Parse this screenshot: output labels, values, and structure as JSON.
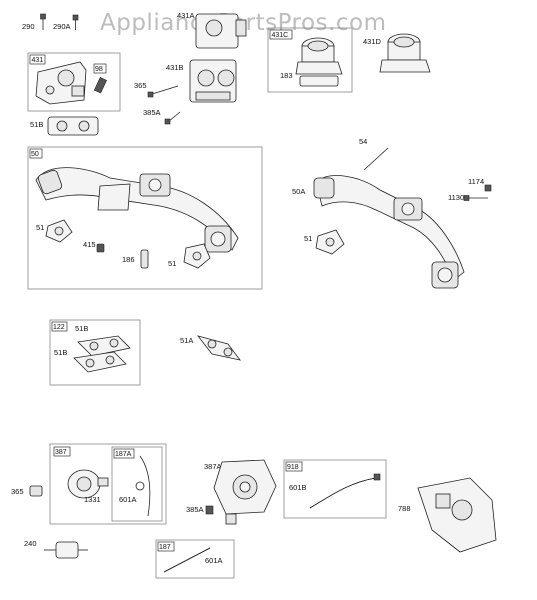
{
  "watermark": "AppliancePartsPros.com",
  "labels": {
    "p290": "290",
    "p290A": "290A",
    "p431": "431",
    "p98": "98",
    "p365": "365",
    "p365b": "365",
    "p385A": "385A",
    "p431A": "431A",
    "p431B": "431B",
    "p431C": "431C",
    "p183": "183",
    "p431D": "431D",
    "p51B_a": "51B",
    "p50": "50",
    "p51_a": "51",
    "p415": "415",
    "p186": "186",
    "p51_b": "51",
    "p54": "54",
    "p1174": "1174",
    "p1130": "1130",
    "p50A": "50A",
    "p51_c": "51",
    "p122": "122",
    "p51B_b": "51B",
    "p51B_c": "51B",
    "p51A": "51A",
    "p387": "387",
    "p187A": "187A",
    "p1331": "1331",
    "p601A_a": "601A",
    "p387A": "387A",
    "p385A_b": "385A",
    "p918": "918",
    "p601B": "601B",
    "p788": "788",
    "p240": "240",
    "p187": "187",
    "p601A_b": "601A"
  }
}
